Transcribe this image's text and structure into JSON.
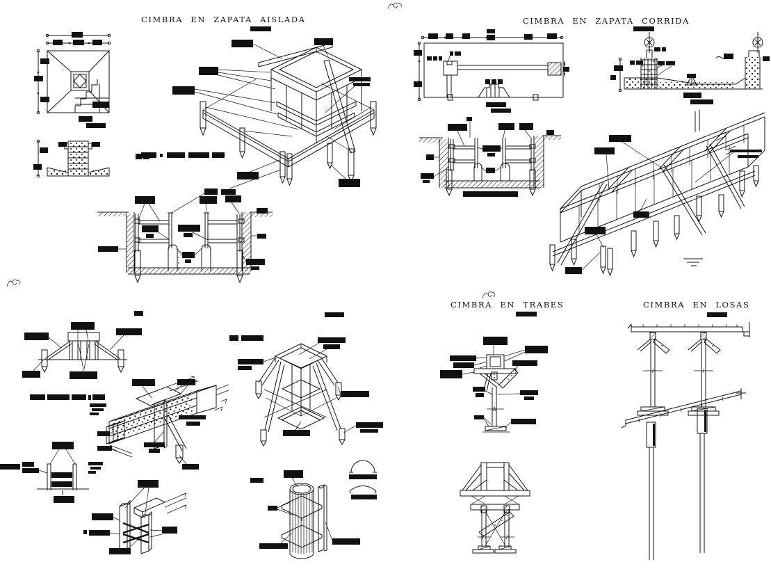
{
  "sheet": {
    "titles": {
      "zapata_aislada": "CIMBRA EN ZAPATA AISLADA",
      "zapata_corrida": "CIMBRA EN ZAPATA CORRIDA",
      "trabes": "CIMBRA EN TRABES",
      "losas": "CIMBRA EN LOSAS"
    },
    "colors": {
      "ink": "#111111",
      "paper": "#ffffff"
    }
  }
}
